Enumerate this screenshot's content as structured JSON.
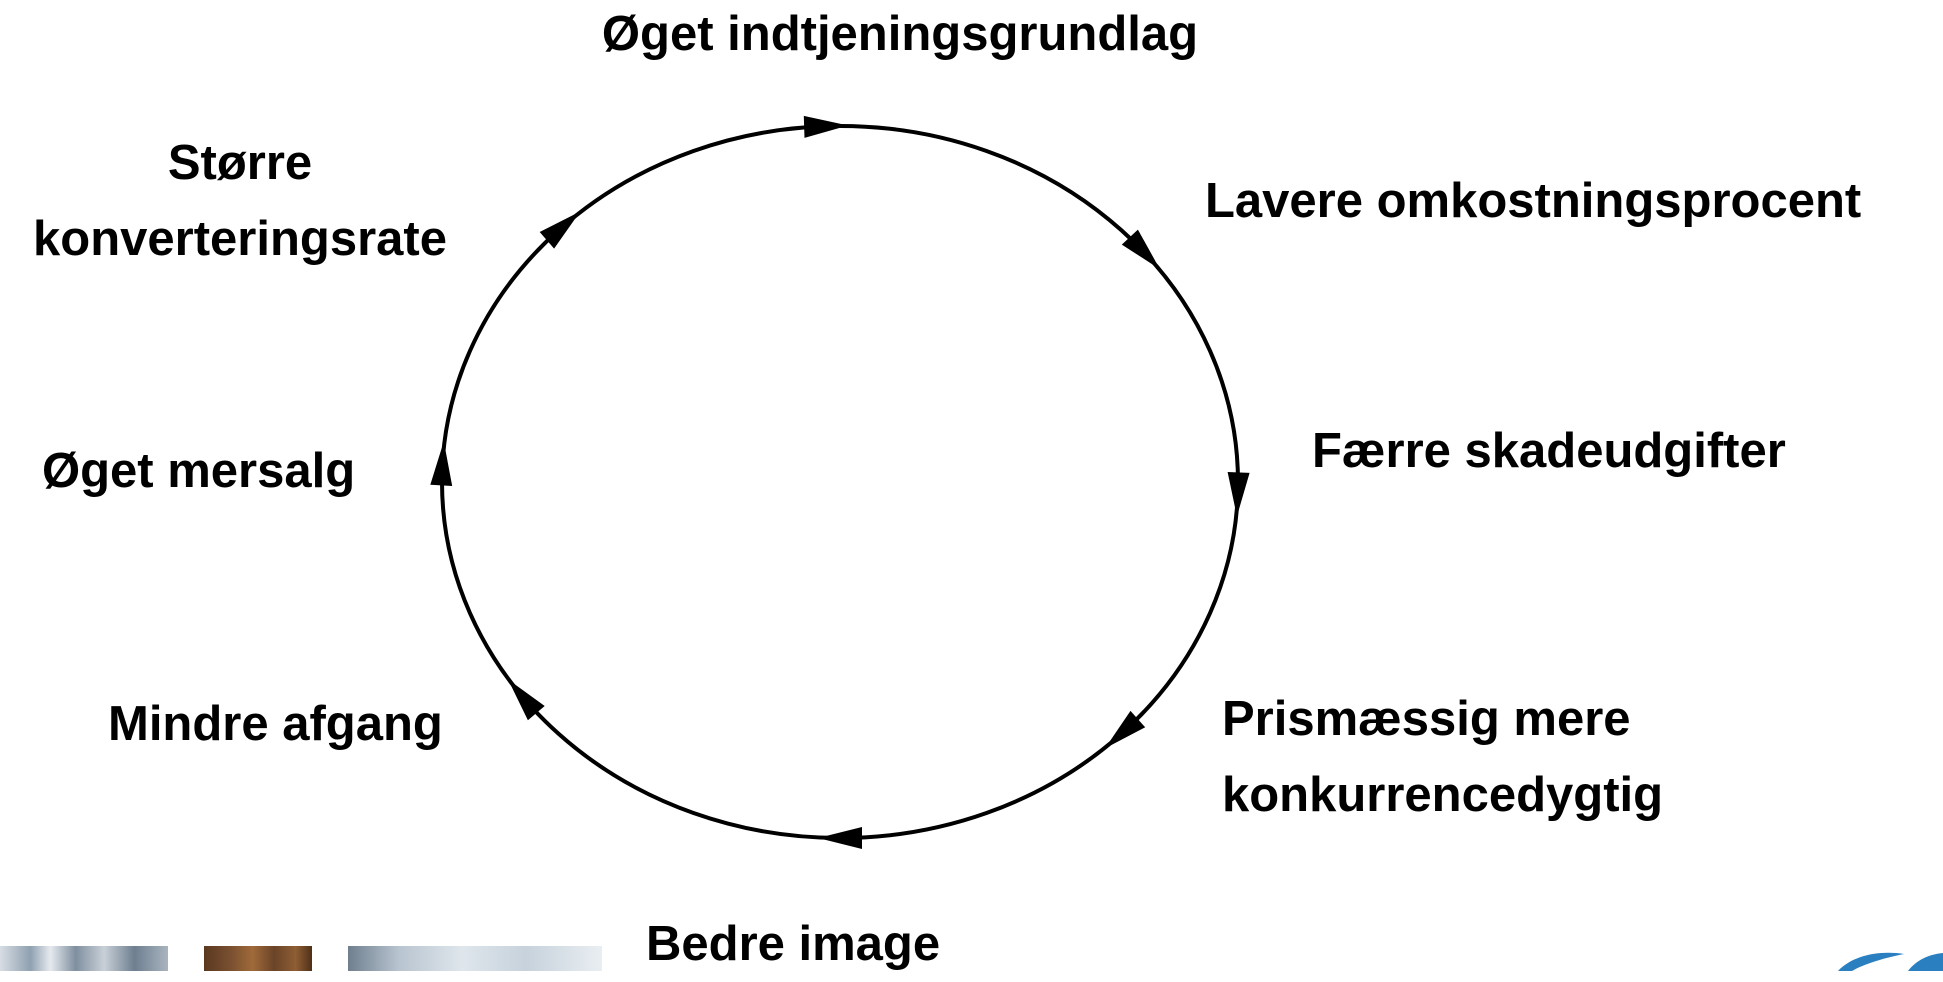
{
  "colors": {
    "background": "#ffffff",
    "stroke": "#000000",
    "text": "#000000"
  },
  "diagram": {
    "type": "cycle",
    "direction": "clockwise",
    "nodes": [
      {
        "id": "top",
        "line1": "Øget indtjeningsgrundlag",
        "line2": ""
      },
      {
        "id": "upper-right",
        "line1": "Lavere omkostningsprocent",
        "line2": ""
      },
      {
        "id": "right",
        "line1": "Færre skadeudgifter",
        "line2": ""
      },
      {
        "id": "lower-right",
        "line1": "Prismæssig mere",
        "line2": "konkurrencedygtig"
      },
      {
        "id": "bottom",
        "line1": "Bedre image",
        "line2": ""
      },
      {
        "id": "lower-left",
        "line1": "Mindre afgang",
        "line2": ""
      },
      {
        "id": "left",
        "line1": "Øget mersalg",
        "line2": ""
      },
      {
        "id": "upper-left",
        "line1": "Større",
        "line2": "konverteringsrate"
      }
    ],
    "edges": [
      {
        "from": "top",
        "to": "upper-right"
      },
      {
        "from": "upper-right",
        "to": "right"
      },
      {
        "from": "right",
        "to": "lower-right"
      },
      {
        "from": "lower-right",
        "to": "bottom"
      },
      {
        "from": "bottom",
        "to": "lower-left"
      },
      {
        "from": "lower-left",
        "to": "left"
      },
      {
        "from": "left",
        "to": "upper-left"
      },
      {
        "from": "upper-left",
        "to": "top"
      }
    ]
  },
  "footer_images": [
    {
      "name": "photo-thumbnail-people",
      "color": "#8fa0b0"
    },
    {
      "name": "photo-thumbnail-crowd",
      "color": "#7a5030"
    },
    {
      "name": "photo-thumbnail-landscape",
      "color": "#b8c4d0"
    }
  ],
  "corner_logo": {
    "name": "brand-logo-fragment",
    "color": "#2a7fc0"
  }
}
